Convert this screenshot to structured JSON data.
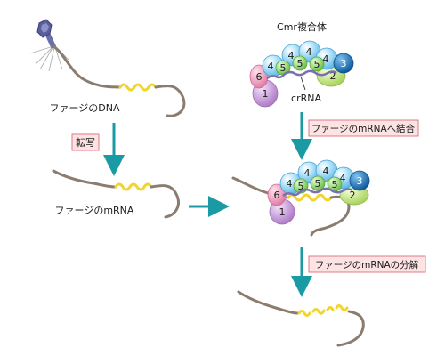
{
  "labels": {
    "phage_dna": "ファージのDNA",
    "transcription": "転写",
    "phage_mrna": "ファージのmRNA",
    "cmr_complex": "Cmr複合体",
    "crrna": "crRNA",
    "binding": "ファージのmRNAへ結合",
    "degradation": "ファージのmRNAの分解"
  },
  "subunits": {
    "s1": "1",
    "s2": "2",
    "s3": "3",
    "s4": "4",
    "s5": "5",
    "s6": "6"
  },
  "colors": {
    "rna_strand": "#8a7d70",
    "target_segment": "#f2d42a",
    "crrna": "#7b6fb0",
    "subunit4": "#8fd3f4",
    "subunit5": "#8ccf6a",
    "subunit3": "#1b6fb3",
    "subunit2": "#c8e58a",
    "subunit6": "#f0a3c0",
    "subunit1": "#c79ad6",
    "arrow": "#1a9ba3",
    "box_fill": "#fde3e3",
    "box_border": "#e07a8a",
    "phage": "#6b6fa8"
  },
  "icons": {
    "phage": "bacteriophage-icon"
  }
}
